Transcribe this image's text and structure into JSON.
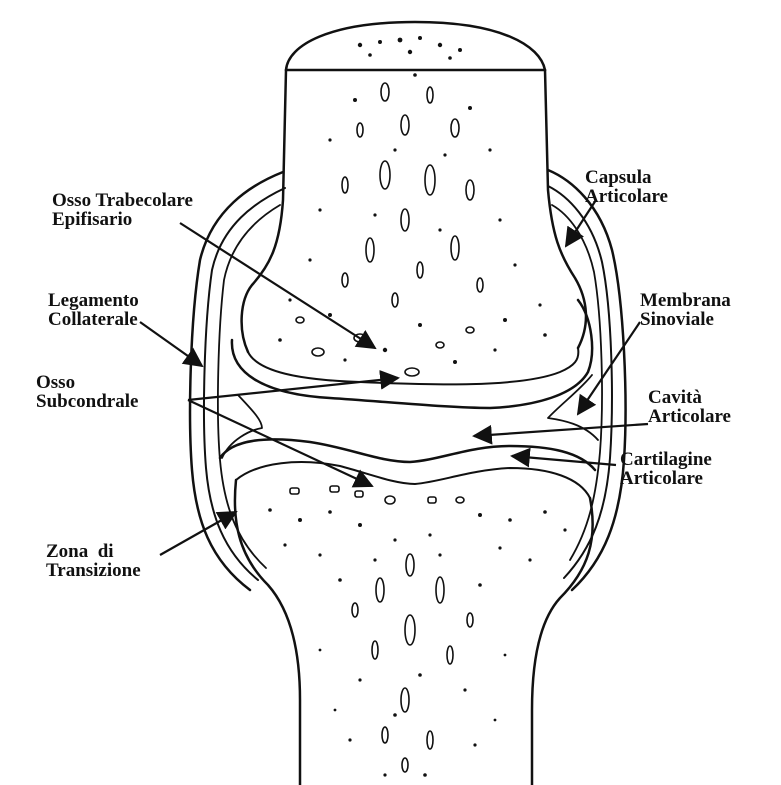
{
  "colors": {
    "ink": "#111111",
    "paper": "#ffffff",
    "capsule_fill": "#f2f2f2"
  },
  "labels": {
    "osso_trabecolare": [
      "Osso Trabecolare",
      "Epifisario"
    ],
    "legamento_collaterale": [
      "Legamento",
      "Collaterale"
    ],
    "osso_subcondrale": [
      "Osso",
      "Subcondrale"
    ],
    "zona_transizione": [
      "Zona  di",
      "Transizione"
    ],
    "capsula_articolare": [
      "Capsula",
      "Articolare"
    ],
    "membrana_sinoviale": [
      "Membrana",
      "Sinoviale"
    ],
    "cavita_articolare": [
      "Cavità",
      "Articolare"
    ],
    "cartilagine_articolare": [
      "Cartilagine",
      "Articolare"
    ]
  }
}
